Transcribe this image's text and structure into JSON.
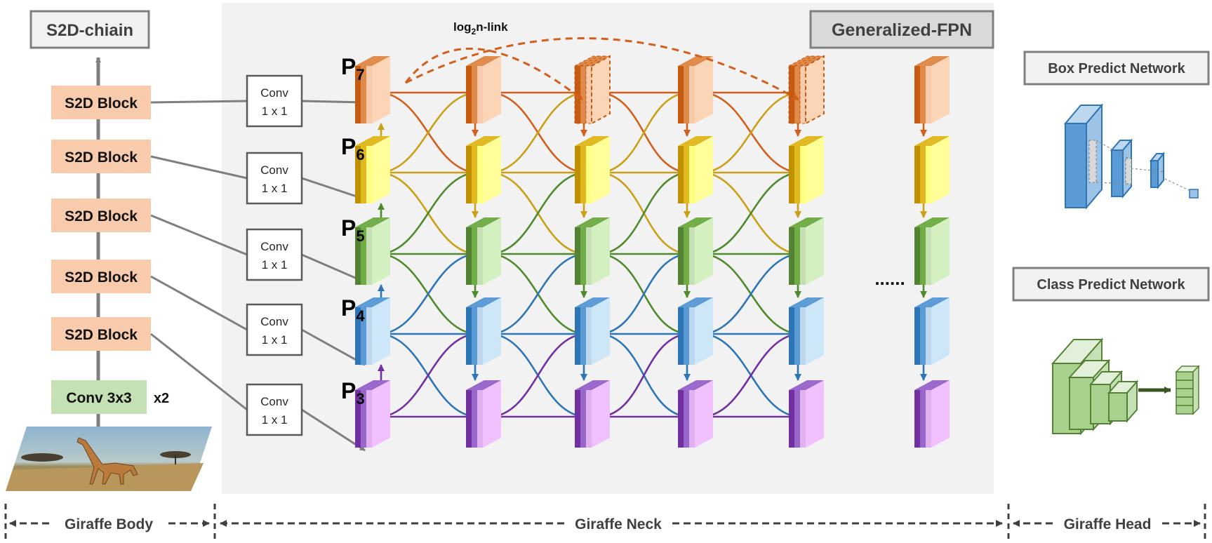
{
  "body": {
    "output_label": "S2D-chiain",
    "blocks": [
      "S2D Block",
      "S2D Block",
      "S2D Block",
      "S2D Block",
      "S2D Block"
    ],
    "stem_label": "Conv 3x3",
    "stem_repeat": "x2"
  },
  "laterals": {
    "line1": "Conv",
    "line2": "1 x 1"
  },
  "neck": {
    "title": "Generalized-FPN",
    "link_label": "log",
    "link_sub": "2",
    "link_suffix": "n-link",
    "levels": [
      {
        "main": "P",
        "sub": "7"
      },
      {
        "main": "P",
        "sub": "6"
      },
      {
        "main": "P",
        "sub": "5"
      },
      {
        "main": "P",
        "sub": "4"
      },
      {
        "main": "P",
        "sub": "3"
      }
    ],
    "ellipsis": "......"
  },
  "head": {
    "box_label": "Box Predict Network",
    "class_label": "Class Predict Network"
  },
  "footer": {
    "body": "Giraffe Body",
    "neck": "Giraffe Neck",
    "head": "Giraffe Head"
  },
  "colors": {
    "orange": "#e07b2c",
    "yellow": "#d4a820",
    "green": "#5b8c3a",
    "blue": "#3a7ab8",
    "purple": "#7a3ea8",
    "panel_bg": "#f2f2f2",
    "block_fill": "#f8cbad",
    "stem_fill": "#c5e0b4"
  }
}
